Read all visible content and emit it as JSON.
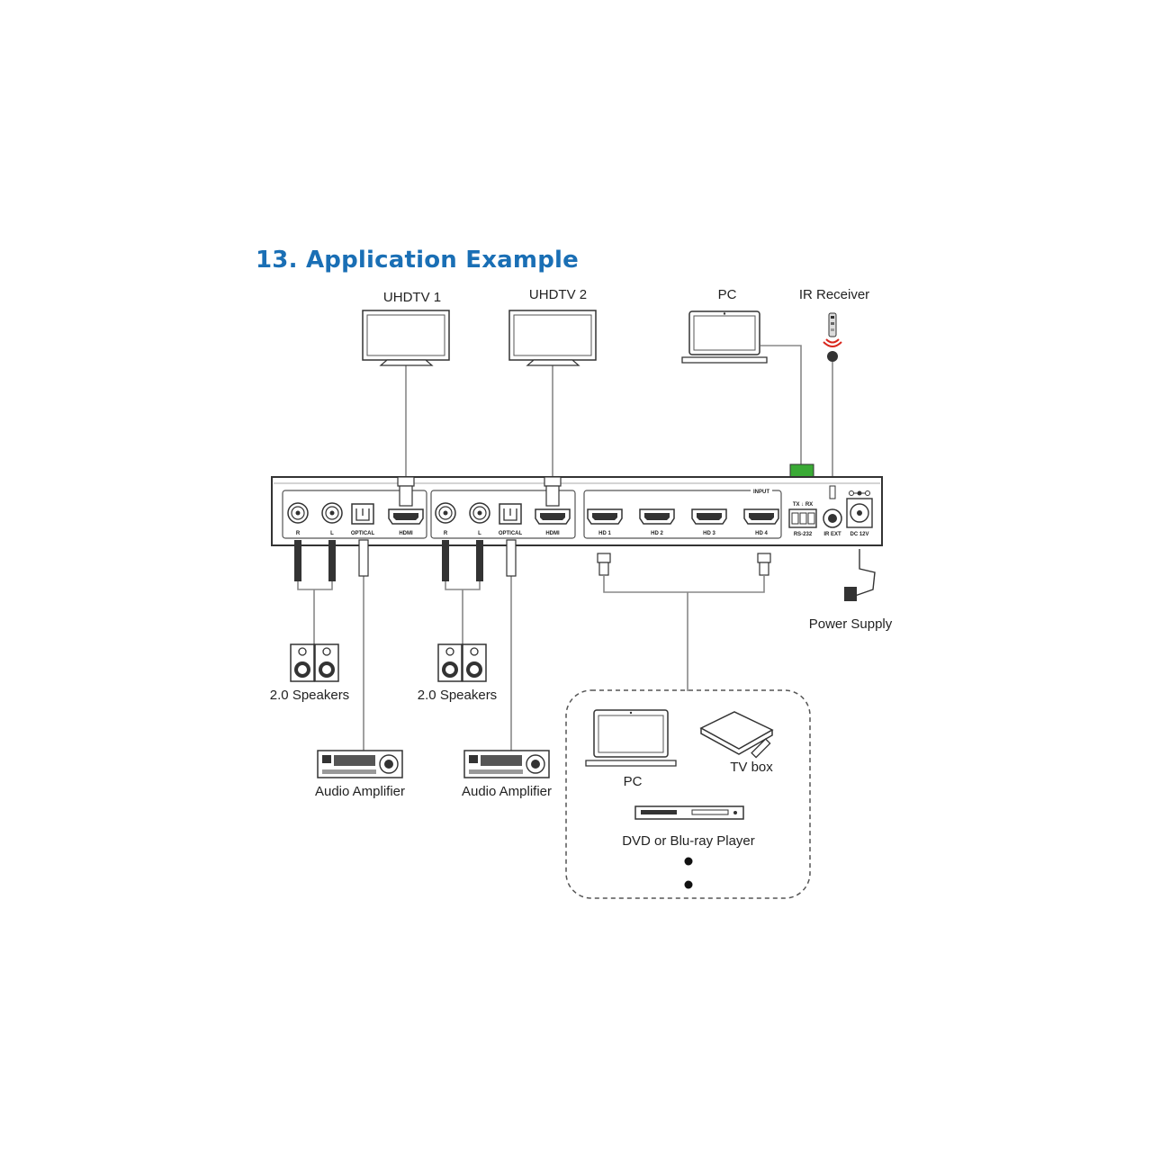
{
  "section": {
    "number": "13.",
    "title": "Application Example"
  },
  "devices": {
    "uhdtv1": "UHDTV 1",
    "uhdtv2": "UHDTV 2",
    "pc_top": "PC",
    "ir_receiver": "IR Receiver",
    "power_supply": "Power Supply",
    "speakers": "2.0 Speakers",
    "amplifier": "Audio Amplifier"
  },
  "ports": {
    "r": "R",
    "l": "L",
    "optical": "OPTICAL",
    "hdmi": "HDMI",
    "input": "INPUT",
    "hd1": "HD 1",
    "hd2": "HD 2",
    "hd3": "HD 3",
    "hd4": "HD 4",
    "rs232": "RS-232",
    "txrx": "TX ↓ RX",
    "ir_ext": "IR EXT",
    "dc": "DC 12V"
  },
  "sources": {
    "pc": "PC",
    "tv_box": "TV box",
    "player": "DVD or Blu-ray Player"
  },
  "colors": {
    "heading": "#1a6fb5",
    "terminal": "#3aaa35",
    "ir_red": "#d9261c"
  }
}
